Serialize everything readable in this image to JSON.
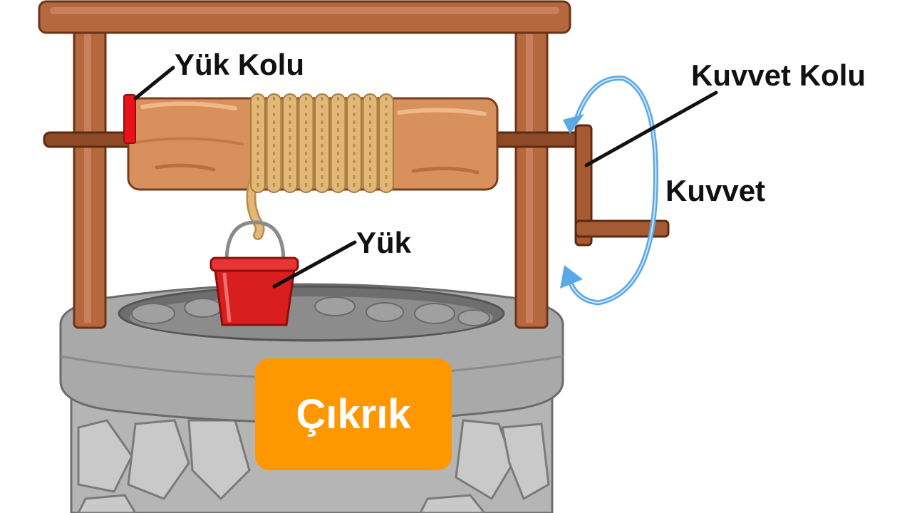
{
  "title": "Çıkrık",
  "labels": {
    "load_arm": "Yük Kolu",
    "force_arm": "Kuvvet Kolu",
    "force": "Kuvvet",
    "load": "Yük"
  },
  "icons": {
    "well": "stone-well-icon",
    "roller": "wooden-roller-icon",
    "rope": "rope-icon",
    "bucket": "bucket-icon",
    "crank": "crank-handle-icon",
    "rotation": "rotation-arrow-icon"
  },
  "colors": {
    "badge": "#FF9800",
    "wood": "#C8794A",
    "wood_dark": "#7A3E1E",
    "stone": "#A7A7A7",
    "bucket": "#D81E1E",
    "arrow": "#5AA9E6",
    "load_arm_marker": "#E8131C",
    "rope": "#E3B877"
  }
}
